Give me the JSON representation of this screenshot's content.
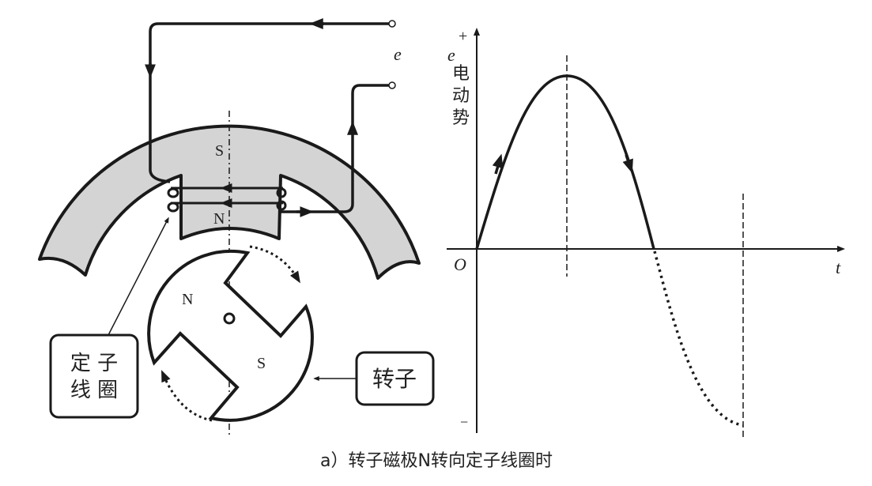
{
  "diagram": {
    "emf_terminal_label": "e",
    "stator_pole_top": "S",
    "stator_pole_bottom": "N",
    "rotor_pole_north": "N",
    "rotor_pole_south": "S",
    "stator_coil_label_line1": "定 子",
    "stator_coil_label_line2": "线 圈",
    "rotor_label": "转子",
    "caption": "a）转子磁极N转向定子线圈时"
  },
  "graph": {
    "y_axis_var": "e",
    "y_axis_label_chars": [
      "电",
      "动",
      "势"
    ],
    "plus_sign": "+",
    "minus_sign": "−",
    "origin_label": "O",
    "x_axis_label": "t"
  },
  "colors": {
    "stator_fill": "#d4d4d4",
    "line": "#1a1a1a"
  }
}
